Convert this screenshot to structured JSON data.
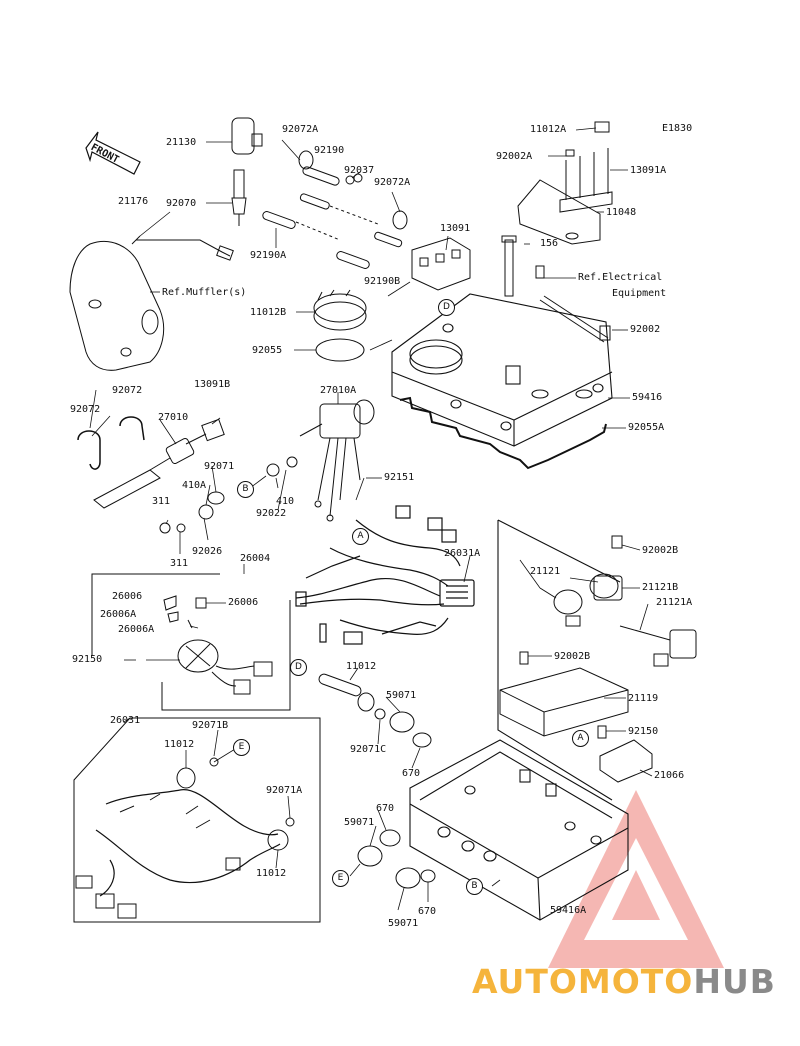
{
  "diagram_code": "E1830",
  "front_label": "FRONT",
  "watermark": {
    "part1": "AUTOMOTO",
    "part2": "HUB",
    "color1": "#f5b43c",
    "color2": "#8a8a8a",
    "logo_color": "#e8504a"
  },
  "labels": [
    {
      "id": "21130",
      "text": "21130"
    },
    {
      "id": "92072A_top",
      "text": "92072A"
    },
    {
      "id": "92190",
      "text": "92190"
    },
    {
      "id": "92037",
      "text": "92037"
    },
    {
      "id": "92072A_mid",
      "text": "92072A"
    },
    {
      "id": "11012A",
      "text": "11012A"
    },
    {
      "id": "92002A",
      "text": "92002A"
    },
    {
      "id": "13091A",
      "text": "13091A"
    },
    {
      "id": "11048",
      "text": "11048"
    },
    {
      "id": "21176",
      "text": "21176"
    },
    {
      "id": "92070",
      "text": "92070"
    },
    {
      "id": "92190A",
      "text": "92190A"
    },
    {
      "id": "13091",
      "text": "13091"
    },
    {
      "id": "156",
      "text": "156"
    },
    {
      "id": "92190B",
      "text": "92190B"
    },
    {
      "id": "ref_electrical",
      "text": "Ref.Electrical"
    },
    {
      "id": "equipment",
      "text": "Equipment"
    },
    {
      "id": "ref_muffler",
      "text": "Ref.Muffler(s)"
    },
    {
      "id": "11012B",
      "text": "11012B"
    },
    {
      "id": "92002_r",
      "text": "92002"
    },
    {
      "id": "92055",
      "text": "92055"
    },
    {
      "id": "92072_a",
      "text": "92072"
    },
    {
      "id": "13091B",
      "text": "13091B"
    },
    {
      "id": "27010A",
      "text": "27010A"
    },
    {
      "id": "59416",
      "text": "59416"
    },
    {
      "id": "92072_b",
      "text": "92072"
    },
    {
      "id": "27010",
      "text": "27010"
    },
    {
      "id": "92055A",
      "text": "92055A"
    },
    {
      "id": "92071",
      "text": "92071"
    },
    {
      "id": "92151",
      "text": "92151"
    },
    {
      "id": "410A",
      "text": "410A"
    },
    {
      "id": "410",
      "text": "410"
    },
    {
      "id": "311_a",
      "text": "311"
    },
    {
      "id": "92022",
      "text": "92022"
    },
    {
      "id": "92026",
      "text": "92026"
    },
    {
      "id": "311_b",
      "text": "311"
    },
    {
      "id": "26004",
      "text": "26004"
    },
    {
      "id": "26031A",
      "text": "26031A"
    },
    {
      "id": "92002B_top",
      "text": "92002B"
    },
    {
      "id": "21121",
      "text": "21121"
    },
    {
      "id": "21121B",
      "text": "21121B"
    },
    {
      "id": "26006_a",
      "text": "26006"
    },
    {
      "id": "26006_b",
      "text": "26006"
    },
    {
      "id": "26006A",
      "text": "26006A"
    },
    {
      "id": "21121A",
      "text": "21121A"
    },
    {
      "id": "26006A_b",
      "text": "26006A"
    },
    {
      "id": "92150_l",
      "text": "92150"
    },
    {
      "id": "92002B_mid",
      "text": "92002B"
    },
    {
      "id": "11012_mid",
      "text": "11012"
    },
    {
      "id": "59071_a",
      "text": "59071"
    },
    {
      "id": "21119",
      "text": "21119"
    },
    {
      "id": "26031",
      "text": "26031"
    },
    {
      "id": "92071B",
      "text": "92071B"
    },
    {
      "id": "92150_r",
      "text": "92150"
    },
    {
      "id": "11012_l",
      "text": "11012"
    },
    {
      "id": "92071C",
      "text": "92071C"
    },
    {
      "id": "670_a",
      "text": "670"
    },
    {
      "id": "21066",
      "text": "21066"
    },
    {
      "id": "92071A",
      "text": "92071A"
    },
    {
      "id": "670_b",
      "text": "670"
    },
    {
      "id": "59071_b",
      "text": "59071"
    },
    {
      "id": "11012_b",
      "text": "11012"
    },
    {
      "id": "670_c",
      "text": "670"
    },
    {
      "id": "59416A",
      "text": "59416A"
    },
    {
      "id": "59071_c",
      "text": "59071"
    }
  ],
  "callouts": [
    {
      "id": "D_top",
      "text": "D"
    },
    {
      "id": "B_mid",
      "text": "B"
    },
    {
      "id": "A_mid",
      "text": "A"
    },
    {
      "id": "D_mid",
      "text": "D"
    },
    {
      "id": "A_right",
      "text": "A"
    },
    {
      "id": "E_top",
      "text": "E"
    },
    {
      "id": "E_bot",
      "text": "E"
    },
    {
      "id": "B_bot",
      "text": "B"
    }
  ]
}
